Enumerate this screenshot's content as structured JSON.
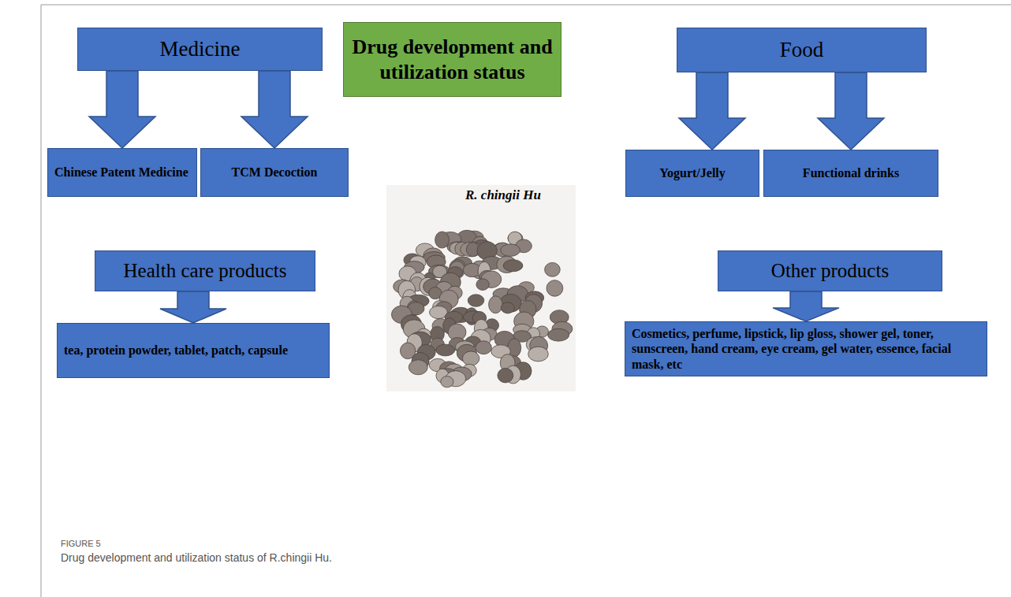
{
  "diagram": {
    "caption": "Drug development and utilization status of R.chingii Hu.",
    "nodes": [
      {
        "text": [
          "Drug development and utilization status"
        ]
      },
      {
        "text": [
          "Medicine"
        ]
      },
      {
        "text": [
          "Chinese Patent Medicine"
        ]
      },
      {
        "text": [
          "TCM Decoction"
        ]
      },
      {
        "text": [
          "Health care products"
        ]
      },
      {
        "text": [
          "tea, protein powder, tablet, patch, capsule"
        ]
      },
      {
        "text": [
          "Food"
        ]
      },
      {
        "text": [
          "Yogurt/Jelly"
        ]
      },
      {
        "text": [
          "Functional drinks"
        ]
      },
      {
        "text": [
          "Other products"
        ]
      },
      {
        "text": [
          "Cosmetics, perfume, lipstick, lip gloss, shower gel, toner, sunscreen, hand cream, eye cream, gel water, essence, facial mask, etc"
        ]
      }
    ],
    "edges": [
      {
        "from": 1,
        "to": 2,
        "arrow": "to"
      },
      {
        "from": 1,
        "to": 3,
        "arrow": "to"
      },
      {
        "from": 4,
        "to": 5,
        "arrow": "to"
      },
      {
        "from": 6,
        "to": 7,
        "arrow": "to"
      },
      {
        "from": 6,
        "to": 8,
        "arrow": "to"
      },
      {
        "from": 9,
        "to": 10,
        "arrow": "to"
      }
    ],
    "labels": [
      "R. chingii Hu",
      "FIGURE 5"
    ]
  }
}
